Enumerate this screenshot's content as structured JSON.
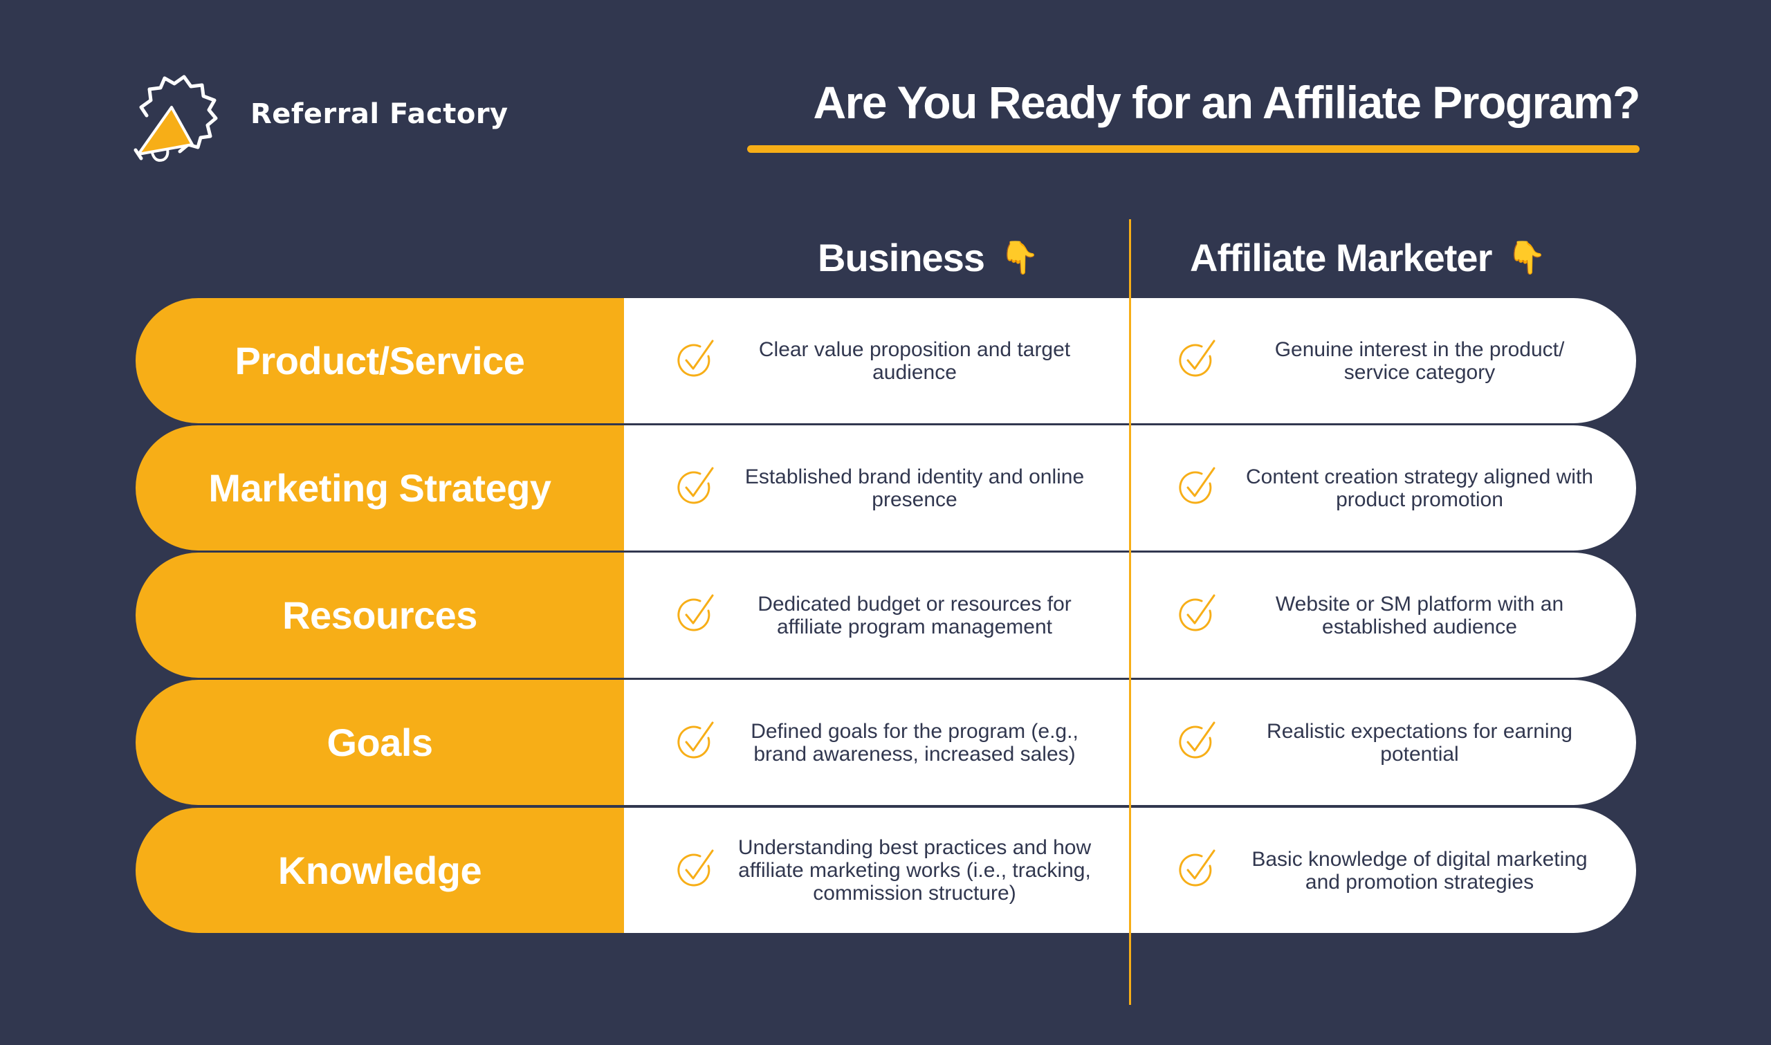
{
  "brand": {
    "name": "Referral Factory",
    "logo_icon": "megaphone-badge-icon"
  },
  "title": "Are You Ready for an Affiliate Program?",
  "colors": {
    "background": "#31374f",
    "accent": "#f7ae17",
    "cell_bg": "#ffffff",
    "body_text": "#31374f"
  },
  "columns": [
    {
      "label": "Business",
      "icon": "pointing-down-hand-icon",
      "emoji": "👇"
    },
    {
      "label": "Affiliate Marketer",
      "icon": "pointing-down-hand-icon",
      "emoji": "👇"
    }
  ],
  "rows": [
    {
      "category": "Product/Service",
      "business": "Clear value proposition and target audience",
      "affiliate": "Genuine interest in the product/ service category"
    },
    {
      "category": "Marketing Strategy",
      "business": "Established brand identity and online presence",
      "affiliate": "Content creation strategy aligned with product promotion"
    },
    {
      "category": "Resources",
      "business": "Dedicated budget or resources for affiliate program management",
      "affiliate": "Website or SM platform with an established audience"
    },
    {
      "category": "Goals",
      "business": "Defined goals for the program (e.g., brand awareness, increased sales)",
      "affiliate": "Realistic expectations for earning potential"
    },
    {
      "category": "Knowledge",
      "business": "Understanding best practices and how affiliate marketing works (i.e., tracking, commission structure)",
      "affiliate": "Basic knowledge of digital marketing and promotion strategies"
    }
  ]
}
